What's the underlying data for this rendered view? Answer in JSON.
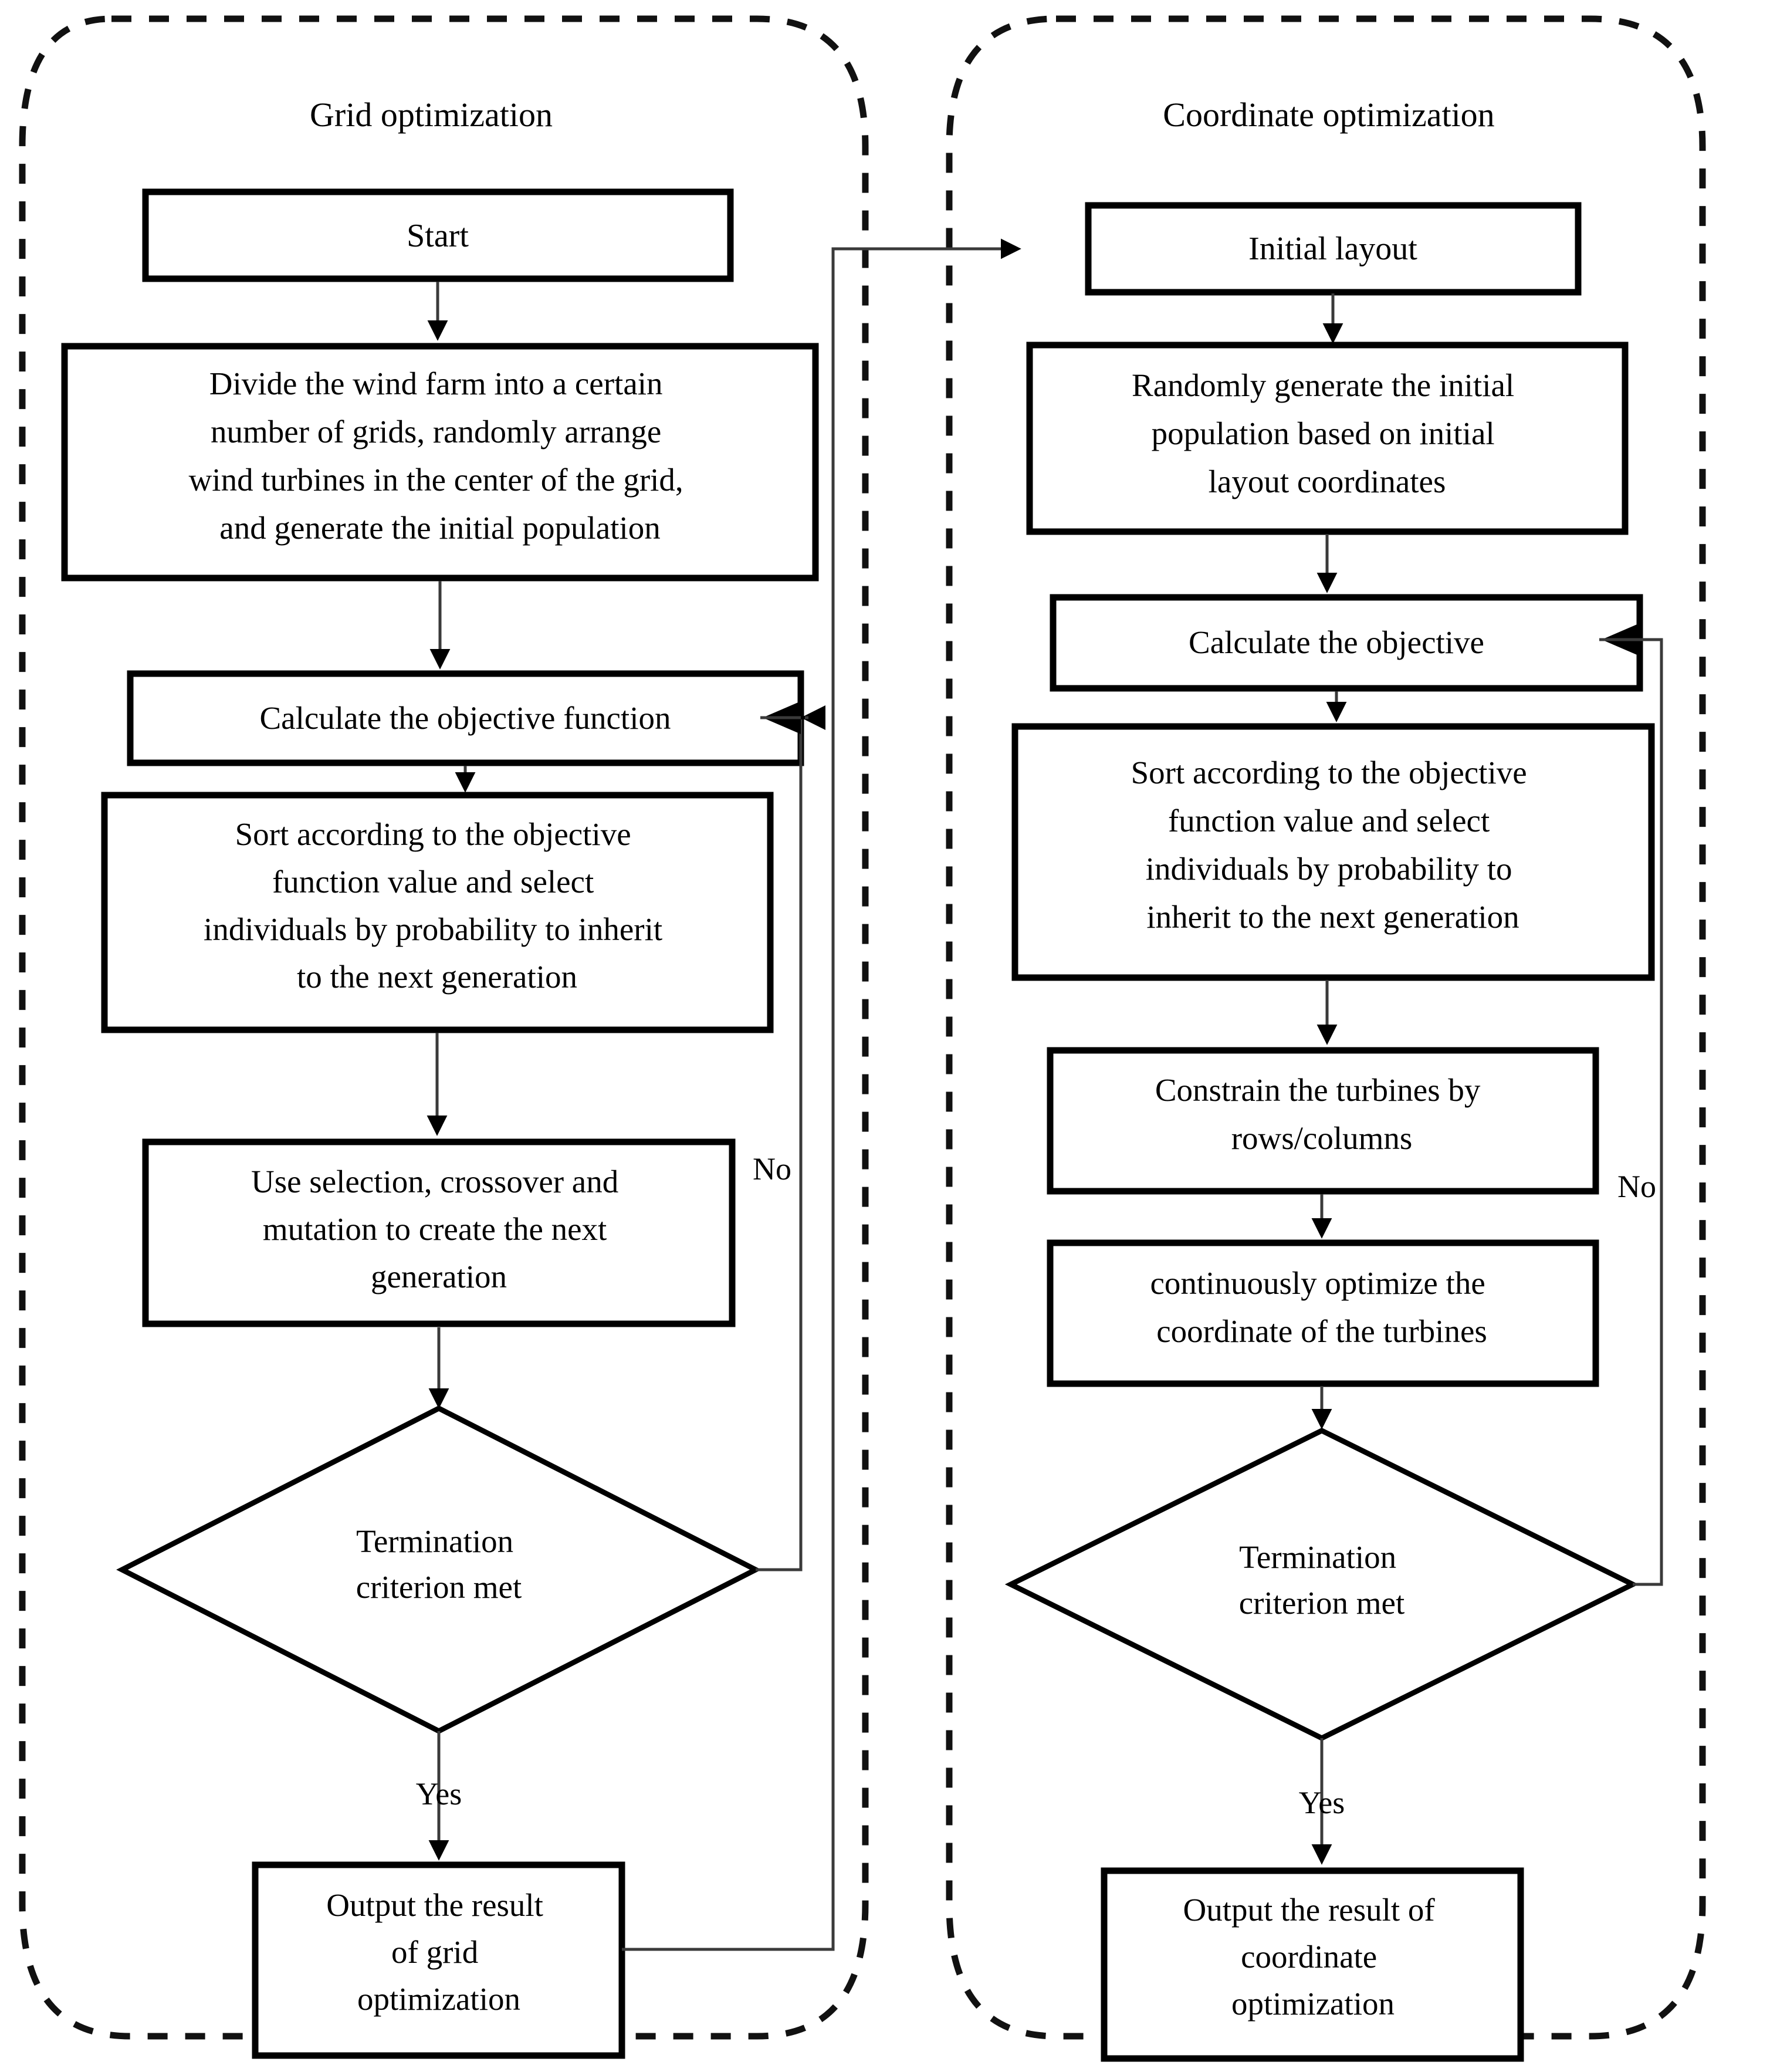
{
  "diagram": {
    "title": "Two-stage wind farm layout optimization flowchart",
    "groups": [
      {
        "id": "grid",
        "label": "Grid optimization"
      },
      {
        "id": "coordinate",
        "label": "Coordinate optimization"
      }
    ],
    "edge_labels": {
      "grid_no": "No",
      "grid_yes": "Yes",
      "coordinate_no": "No",
      "coordinate_yes": "Yes"
    },
    "nodes": {
      "grid": [
        {
          "id": "start",
          "shape": "process",
          "lines": [
            "Start"
          ]
        },
        {
          "id": "divide",
          "shape": "process",
          "lines": [
            "Divide the wind farm into a certain",
            "number of grids, randomly arrange",
            "wind turbines in the center of the grid,",
            "and generate the initial population"
          ]
        },
        {
          "id": "calc",
          "shape": "process",
          "lines": [
            "Calculate the objective function"
          ]
        },
        {
          "id": "sort",
          "shape": "process",
          "lines": [
            "Sort according to the objective",
            "function value and select",
            "individuals by probability to inherit",
            "to the next generation"
          ]
        },
        {
          "id": "genetic",
          "shape": "process",
          "lines": [
            "Use selection, crossover and",
            "mutation to create the next",
            "generation"
          ]
        },
        {
          "id": "terminate",
          "shape": "decision",
          "lines": [
            "Termination",
            "criterion met"
          ]
        },
        {
          "id": "output",
          "shape": "process",
          "lines": [
            "Output the result",
            "of grid",
            "optimization"
          ]
        }
      ],
      "coordinate": [
        {
          "id": "initial",
          "shape": "process",
          "lines": [
            "Initial layout"
          ]
        },
        {
          "id": "randpop",
          "shape": "process",
          "lines": [
            "Randomly generate the initial",
            "population based on initial",
            "layout coordinates"
          ]
        },
        {
          "id": "calc",
          "shape": "process",
          "lines": [
            "Calculate the objective"
          ]
        },
        {
          "id": "sort",
          "shape": "process",
          "lines": [
            "Sort according to the objective",
            "function value and select",
            "individuals by probability to",
            "inherit to the next generation"
          ]
        },
        {
          "id": "constrain",
          "shape": "process",
          "lines": [
            "Constrain the turbines by",
            "rows/columns"
          ]
        },
        {
          "id": "optimize",
          "shape": "process",
          "lines": [
            "continuously optimize the",
            "coordinate of the turbines"
          ]
        },
        {
          "id": "terminate",
          "shape": "decision",
          "lines": [
            "Termination",
            "criterion met"
          ]
        },
        {
          "id": "output",
          "shape": "process",
          "lines": [
            "Output the result of",
            "coordinate",
            "optimization"
          ]
        }
      ]
    },
    "colors": {
      "stroke": "#000000",
      "fill": "#ffffff",
      "container_stroke": "#111111"
    }
  }
}
